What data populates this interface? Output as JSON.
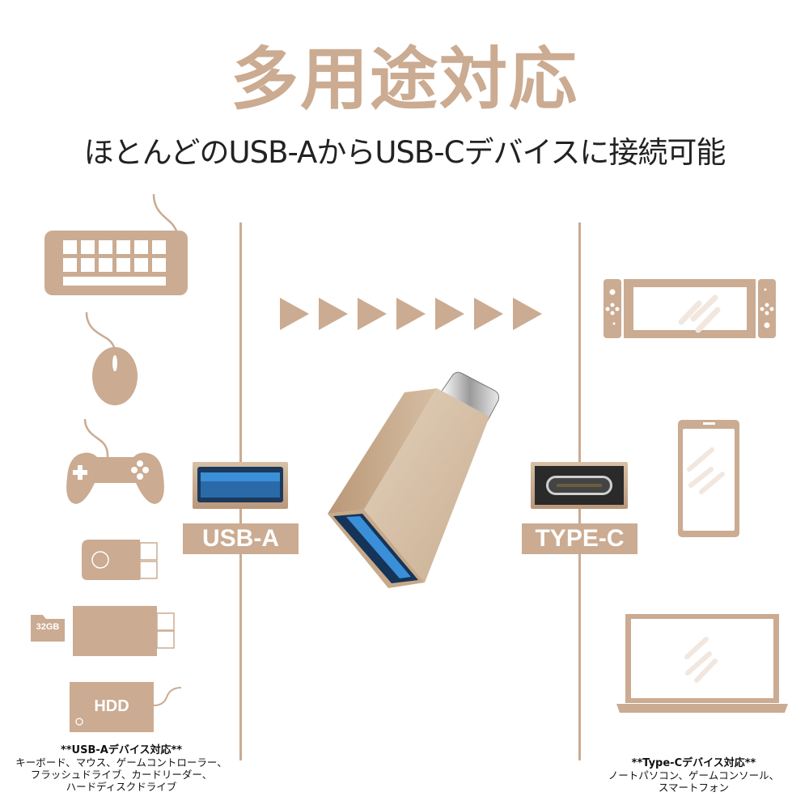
{
  "header": {
    "title": "多用途対応",
    "subtitle": "ほとんどのUSB-AからUSB-Cデバイスに接続可能"
  },
  "colors": {
    "accent": "#cbab91",
    "accent_light": "#f1e7df",
    "text": "#222222",
    "usb_blue": "#3a8fd8"
  },
  "left_devices": [
    {
      "icon": "keyboard-icon"
    },
    {
      "icon": "mouse-icon"
    },
    {
      "icon": "gamepad-icon"
    },
    {
      "icon": "usb-flash-drive-icon"
    },
    {
      "icon": "card-reader-icon",
      "card_label": "32GB"
    },
    {
      "icon": "hdd-icon",
      "label": "HDD"
    }
  ],
  "right_devices": [
    {
      "icon": "game-console-icon"
    },
    {
      "icon": "smartphone-icon"
    },
    {
      "icon": "laptop-icon"
    }
  ],
  "ports": {
    "left_label": "USB-A",
    "right_label": "TYPE-C"
  },
  "arrows_count": 7,
  "captions": {
    "left": {
      "heading": "**USB-Aデバイス対応**",
      "lines": [
        "キーボード、マウス、ゲームコントローラー、",
        "フラッシュドライブ、カードリーダー、",
        "ハードディスクドライブ"
      ]
    },
    "right": {
      "heading": "**Type-Cデバイス対応**",
      "lines": [
        "ノートパソコン、ゲームコンソール、",
        "スマートフォン"
      ]
    }
  }
}
